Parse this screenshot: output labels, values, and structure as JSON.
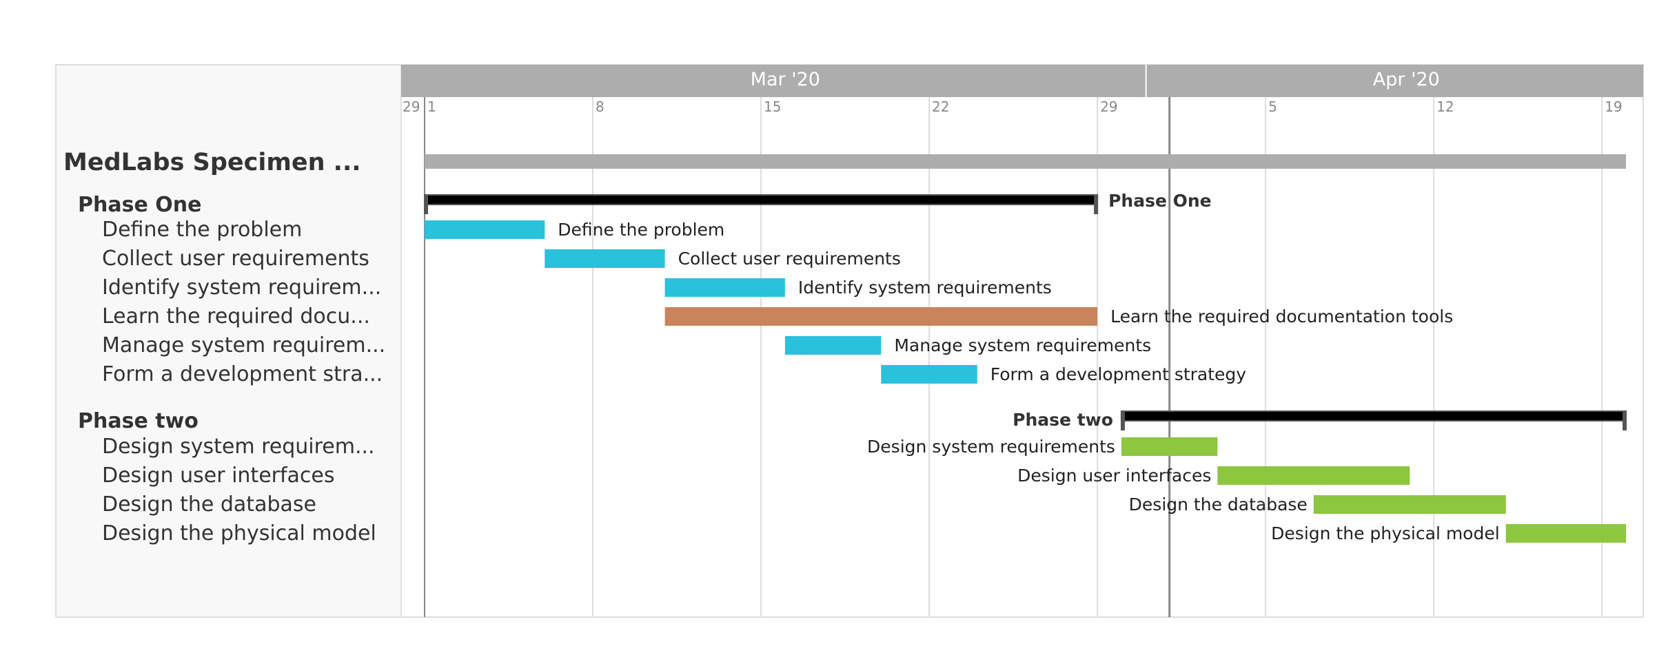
{
  "chart_data": {
    "type": "gantt",
    "title": "MedLabs Specimen ...",
    "project_span": [
      "2020-03-01",
      "2020-04-20"
    ],
    "months": [
      {
        "label": "Mar '20",
        "start": "2020-03-01",
        "end": "2020-04-01"
      },
      {
        "label": "Apr '20",
        "start": "2020-04-01",
        "end": "2020-04-22"
      }
    ],
    "ticks": [
      {
        "label": "29",
        "date": "2020-02-29"
      },
      {
        "label": "1",
        "date": "2020-03-01"
      },
      {
        "label": "8",
        "date": "2020-03-08"
      },
      {
        "label": "15",
        "date": "2020-03-15"
      },
      {
        "label": "22",
        "date": "2020-03-22"
      },
      {
        "label": "29",
        "date": "2020-03-29"
      },
      {
        "label": "5",
        "date": "2020-04-05"
      },
      {
        "label": "12",
        "date": "2020-04-12"
      },
      {
        "label": "19",
        "date": "2020-04-19"
      }
    ],
    "xlim": [
      "2020-02-28",
      "2020-04-21"
    ],
    "today_marker": "2020-04-01",
    "groups": [
      {
        "name": "Phase One",
        "start": "2020-03-01",
        "end": "2020-03-29",
        "label_side": "right",
        "tasks": [
          {
            "label": "Define the problem",
            "list_label": "Define the problem",
            "start": "2020-03-01",
            "end": "2020-03-06",
            "color": "#29c1dc",
            "label_side": "right"
          },
          {
            "label": "Collect user requirements",
            "list_label": "Collect user requirements",
            "start": "2020-03-06",
            "end": "2020-03-11",
            "color": "#29c1dc",
            "label_side": "right"
          },
          {
            "label": "Identify system requirements",
            "list_label": "Identify system requirem...",
            "start": "2020-03-11",
            "end": "2020-03-16",
            "color": "#29c1dc",
            "label_side": "right"
          },
          {
            "label": "Learn the required documentation tools",
            "list_label": "Learn the required docu...",
            "start": "2020-03-11",
            "end": "2020-03-29",
            "color": "#c8855c",
            "label_side": "right"
          },
          {
            "label": "Manage system requirements",
            "list_label": "Manage system requirem...",
            "start": "2020-03-16",
            "end": "2020-03-20",
            "color": "#29c1dc",
            "label_side": "right"
          },
          {
            "label": "Form a development strategy",
            "list_label": "Form a development stra...",
            "start": "2020-03-20",
            "end": "2020-03-24",
            "color": "#29c1dc",
            "label_side": "right"
          }
        ]
      },
      {
        "name": "Phase two",
        "start": "2020-03-30",
        "end": "2020-04-20",
        "label_side": "left",
        "tasks": [
          {
            "label": "Design system requirements",
            "list_label": "Design system requirem...",
            "start": "2020-03-30",
            "end": "2020-04-03",
            "color": "#8dc63f",
            "label_side": "left"
          },
          {
            "label": "Design user interfaces",
            "list_label": "Design user interfaces",
            "start": "2020-04-03",
            "end": "2020-04-11",
            "color": "#8dc63f",
            "label_side": "left"
          },
          {
            "label": "Design the database",
            "list_label": "Design the database",
            "start": "2020-04-07",
            "end": "2020-04-15",
            "color": "#8dc63f",
            "label_side": "left"
          },
          {
            "label": "Design the physical model",
            "list_label": "Design the physical model",
            "start": "2020-04-15",
            "end": "2020-04-20",
            "color": "#8dc63f",
            "label_side": "left"
          }
        ]
      }
    ],
    "colors": {
      "project_bar": "#adadad",
      "summary_bar": "#000000",
      "month_header": "#adadad",
      "grid": "#dddddd",
      "left_panel": "#f8f8f8"
    }
  }
}
